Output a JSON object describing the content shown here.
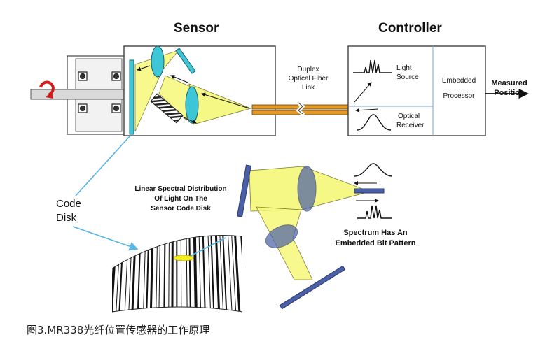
{
  "headings": {
    "sensor": "Sensor",
    "controller": "Controller"
  },
  "link": {
    "line1": "Duplex",
    "line2": "Optical Fiber",
    "line3": "Link"
  },
  "controller": {
    "light_source": [
      "Light",
      "Source"
    ],
    "optical_receiver": [
      "Optical",
      "Receiver"
    ],
    "processor": [
      "Embedded",
      "Processor"
    ]
  },
  "output": {
    "line1": "Measured",
    "line2": "Position"
  },
  "code_disk_label": {
    "line1": "Code",
    "line2": "Disk"
  },
  "distribution_label": [
    "Linear Spectral Distribution",
    "Of Light On The",
    "Sensor Code Disk"
  ],
  "spectrum_label": {
    "line1": "Spectrum  Has An",
    "line2": "Embedded Bit Pattern"
  },
  "caption": "图3.MR338光纤位置传感器的工作原理",
  "colors": {
    "lens": "#3cc6d6",
    "beam": "#f6f87a",
    "fiber": "#e39a2b",
    "disk": "#4a5fa6",
    "pointer": "#5ab4e6"
  }
}
